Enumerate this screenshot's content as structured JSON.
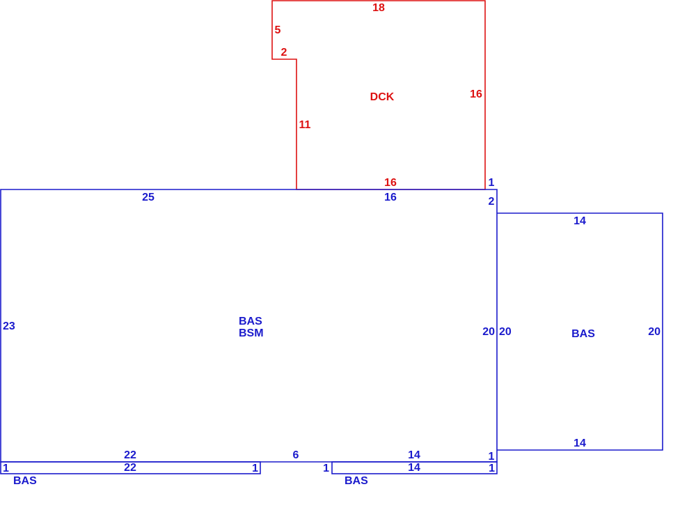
{
  "colors": {
    "blue": "#1a1acc",
    "red": "#dd1111"
  },
  "deck": {
    "label": "DCK",
    "dims": {
      "top": "18",
      "left_upper": "5",
      "notch": "2",
      "left_lower": "11",
      "right": "16",
      "bottom": "16"
    }
  },
  "main": {
    "label_line1": "BAS",
    "label_line2": "BSM",
    "dims": {
      "top_left": "25",
      "top_right": "16",
      "corner_top": "1",
      "corner_right": "2",
      "left": "23",
      "right": "20",
      "bottom_left": "22",
      "bottom_mid": "6",
      "bottom_right": "14",
      "corner_bottom": "1"
    }
  },
  "right_addition": {
    "label": "BAS",
    "dims": {
      "top": "14",
      "left": "20",
      "right": "20",
      "bottom": "14"
    }
  },
  "strip_left": {
    "label": "BAS",
    "dims": {
      "top": "22",
      "left": "1",
      "right": "1"
    }
  },
  "strip_right": {
    "label": "BAS",
    "dims": {
      "top": "14",
      "left": "1",
      "right": "1"
    }
  }
}
